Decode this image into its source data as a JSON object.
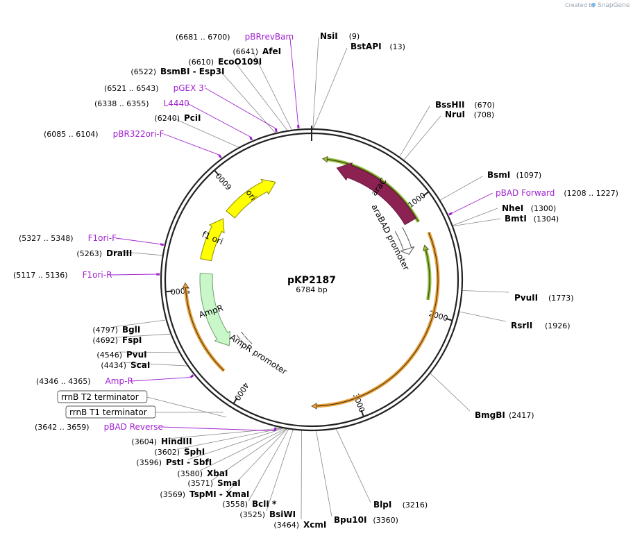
{
  "header": {
    "created_by": "Created by",
    "brand": "SnapGene"
  },
  "plasmid": {
    "name": "pKP2187",
    "length_label": "6784 bp",
    "length": 6784
  },
  "colors": {
    "backbone": "#222222",
    "primer": "#a020d0",
    "araC": "#8b2252",
    "araC_outline": "#6a1840",
    "ori": "#ffff00",
    "f1ori": "#ffff00",
    "ampR": "#c9f7c9",
    "promoter": "#ffffff",
    "orange_arc": "#e8a23c",
    "green_arc": "#8ac43e",
    "leader": "#888888",
    "primer_leader": "#a020d0"
  },
  "ruler": [
    {
      "label": "1000",
      "pos": 1000
    },
    {
      "label": "2000",
      "pos": 2000
    },
    {
      "label": "3000",
      "pos": 3000
    },
    {
      "label": "4000",
      "pos": 4000
    },
    {
      "label": "5000",
      "pos": 5000
    },
    {
      "label": "6000",
      "pos": 6000
    }
  ],
  "enzymes": [
    {
      "name": "NsiI",
      "pos_label": "(9)",
      "pos": 9
    },
    {
      "name": "BstAPI",
      "pos_label": "(13)",
      "pos": 13
    },
    {
      "name": "BssHII",
      "pos_label": "(670)",
      "pos": 670
    },
    {
      "name": "NruI",
      "pos_label": "(708)",
      "pos": 708
    },
    {
      "name": "BsmI",
      "pos_label": "(1097)",
      "pos": 1097
    },
    {
      "name": "NheI",
      "pos_label": "(1300)",
      "pos": 1300
    },
    {
      "name": "BmtI",
      "pos_label": "(1304)",
      "pos": 1304
    },
    {
      "name": "PvuII",
      "pos_label": "(1773)",
      "pos": 1773
    },
    {
      "name": "RsrII",
      "pos_label": "(1926)",
      "pos": 1926
    },
    {
      "name": "BmgBI",
      "pos_label": "(2417)",
      "pos": 2417
    },
    {
      "name": "BlpI",
      "pos_label": "(3216)",
      "pos": 3216
    },
    {
      "name": "Bpu10I",
      "pos_label": "(3360)",
      "pos": 3360
    },
    {
      "name": "XcmI",
      "pos_label": "(3464)",
      "pos": 3464
    },
    {
      "name": "BsiWI",
      "pos_label": "(3525)",
      "pos": 3525
    },
    {
      "name": "BclI *",
      "pos_label": "(3558)",
      "pos": 3558
    },
    {
      "name": "TspMI  - XmaI",
      "pos_label": "(3569)",
      "pos": 3569
    },
    {
      "name": "SmaI",
      "pos_label": "(3571)",
      "pos": 3571
    },
    {
      "name": "XbaI",
      "pos_label": "(3580)",
      "pos": 3580
    },
    {
      "name": "PstI  - SbfI",
      "pos_label": "(3596)",
      "pos": 3596
    },
    {
      "name": "SphI",
      "pos_label": "(3602)",
      "pos": 3602
    },
    {
      "name": "HindIII",
      "pos_label": "(3604)",
      "pos": 3604
    },
    {
      "name": "ScaI",
      "pos_label": "(4434)",
      "pos": 4434
    },
    {
      "name": "PvuI",
      "pos_label": "(4546)",
      "pos": 4546
    },
    {
      "name": "FspI",
      "pos_label": "(4692)",
      "pos": 4692
    },
    {
      "name": "BglI",
      "pos_label": "(4797)",
      "pos": 4797
    },
    {
      "name": "DraIII",
      "pos_label": "(5263)",
      "pos": 5263
    },
    {
      "name": "PciI",
      "pos_label": "(6240)",
      "pos": 6240
    },
    {
      "name": "BsmBI  - Esp3I",
      "pos_label": "(6522)",
      "pos": 6522
    },
    {
      "name": "EcoO109I",
      "pos_label": "(6610)",
      "pos": 6610
    },
    {
      "name": "AfeI",
      "pos_label": "(6641)",
      "pos": 6641
    }
  ],
  "primers": [
    {
      "name": "pBRrevBam",
      "range_label": "(6681 .. 6700)",
      "start": 6681,
      "end": 6700
    },
    {
      "name": "pGEX 3'",
      "range_label": "(6521 .. 6543)",
      "start": 6521,
      "end": 6543
    },
    {
      "name": "L4440",
      "range_label": "(6338 .. 6355)",
      "start": 6338,
      "end": 6355
    },
    {
      "name": "pBR322ori-F",
      "range_label": "(6085 .. 6104)",
      "start": 6085,
      "end": 6104
    },
    {
      "name": "pBAD Forward",
      "range_label": "(1208 .. 1227)",
      "start": 1208,
      "end": 1227
    },
    {
      "name": "F1ori-F",
      "range_label": "(5327 .. 5348)",
      "start": 5327,
      "end": 5348
    },
    {
      "name": "F1ori-R",
      "range_label": "(5117 .. 5136)",
      "start": 5117,
      "end": 5136
    },
    {
      "name": "Amp-R",
      "range_label": "(4346 .. 4365)",
      "start": 4346,
      "end": 4365
    },
    {
      "name": "pBAD Reverse",
      "range_label": "(3642 .. 3659)",
      "start": 3642,
      "end": 3659
    }
  ],
  "features": [
    {
      "name": "araC",
      "start": 240,
      "end": 1120,
      "direction": "ccw",
      "type": "cds"
    },
    {
      "name": "araBAD promoter",
      "start": 1130,
      "end": 1420,
      "direction": "cw",
      "type": "promoter"
    },
    {
      "name": "ori",
      "start": 5820,
      "end": 6400,
      "direction": "cw",
      "type": "ori"
    },
    {
      "name": "f1 ori",
      "start": 5290,
      "end": 5740,
      "direction": "cw",
      "type": "ori"
    },
    {
      "name": "AmpR",
      "start": 4360,
      "end": 5150,
      "direction": "ccw",
      "type": "cds"
    },
    {
      "name": "AmpR promoter",
      "start": 4260,
      "end": 4360,
      "direction": "ccw",
      "type": "promoter"
    }
  ],
  "terminators": [
    {
      "name": "rrnB T2 terminator"
    },
    {
      "name": "rrnB T1 terminator"
    }
  ]
}
